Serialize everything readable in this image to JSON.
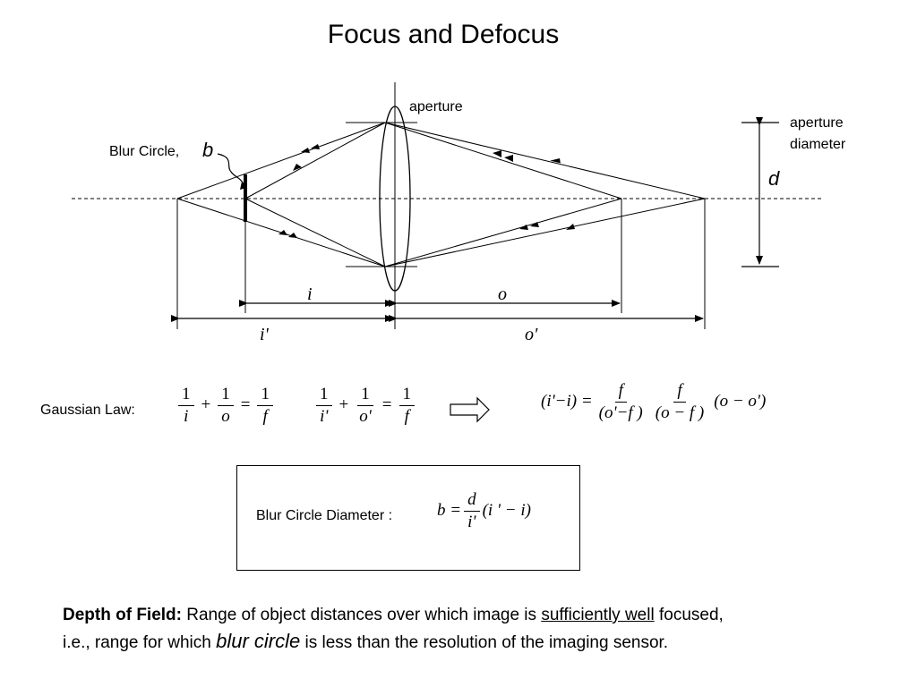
{
  "title": "Focus and Defocus",
  "diagram": {
    "aperture_label": "aperture",
    "aperture_diameter_label_line1": "aperture",
    "aperture_diameter_label_line2": "diameter",
    "diameter_symbol": "d",
    "blur_circle_label": "Blur Circle,",
    "blur_circle_symbol": "b",
    "i_label": "i",
    "o_label": "o",
    "i_prime_label": "i'",
    "o_prime_label": "o'"
  },
  "gaussian_law": {
    "label": "Gaussian Law:",
    "eq1": {
      "a_num": "1",
      "a_den": "i",
      "b_num": "1",
      "b_den": "o",
      "c_num": "1",
      "c_den": "f"
    },
    "eq2": {
      "a_num": "1",
      "a_den": "i'",
      "b_num": "1",
      "b_den": "o'",
      "c_num": "1",
      "c_den": "f"
    },
    "result": {
      "lhs": "(i'−i) =",
      "frac1_num": "f",
      "frac1_den": "(o'−f )",
      "frac2_num": "f",
      "frac2_den": "(o − f )",
      "rhs": "(o − o')"
    }
  },
  "blur_formula": {
    "label": "Blur Circle Diameter :",
    "lhs": "b =",
    "num": "d",
    "den": "i'",
    "rhs": "(i ' − i)"
  },
  "depth_of_field": {
    "heading": "Depth of Field:",
    "text1": "Range of object distances over which image is",
    "underlined": "sufficiently well",
    "text2": "focused,",
    "text3": "i.e., range for which",
    "emph": "blur circle",
    "text4": "is less than the resolution of the imaging sensor."
  }
}
